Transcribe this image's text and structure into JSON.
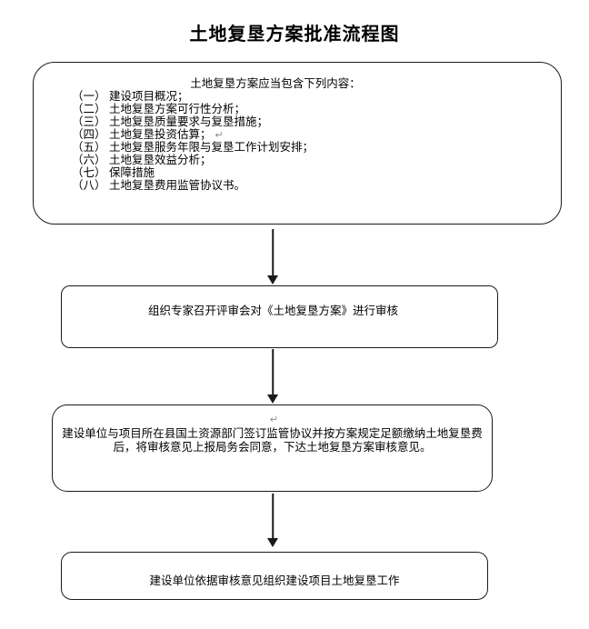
{
  "title": "土地复垦方案批准流程图",
  "colors": {
    "background": "#ffffff",
    "border": "#1a1a1a",
    "text": "#000000",
    "return_mark": "#8c8c8c"
  },
  "flowchart": {
    "requirements_box": {
      "heading": "土地复垦方案应当包含下列内容：",
      "items": [
        "（一） 建设项目概况；",
        "（二） 土地复垦方案可行性分析；",
        "（三） 土地复垦质量要求与复垦措施；",
        "（四） 土地复垦投资估算；",
        "（五） 土地复垦服务年限与复垦工作计划安排；",
        "（六） 土地复垦效益分析；",
        "（七） 保障措施",
        "（八） 土地复垦费用监管协议书。"
      ],
      "return_mark": "↵"
    },
    "review_box": {
      "text": "组织专家召开评审会对《土地复垦方案》进行审核"
    },
    "agreement_box": {
      "return_mark": "↵",
      "line1": "建设单位与项目所在县国土资源部门签订监管协议并按方案规定足额缴纳土地复垦费",
      "line2": "后，将审核意见上报局务会同意，下达土地复垦方案审核意见。"
    },
    "implementation_box": {
      "text": "建设单位依据审核意见组织建设项目土地复垦工作"
    }
  }
}
